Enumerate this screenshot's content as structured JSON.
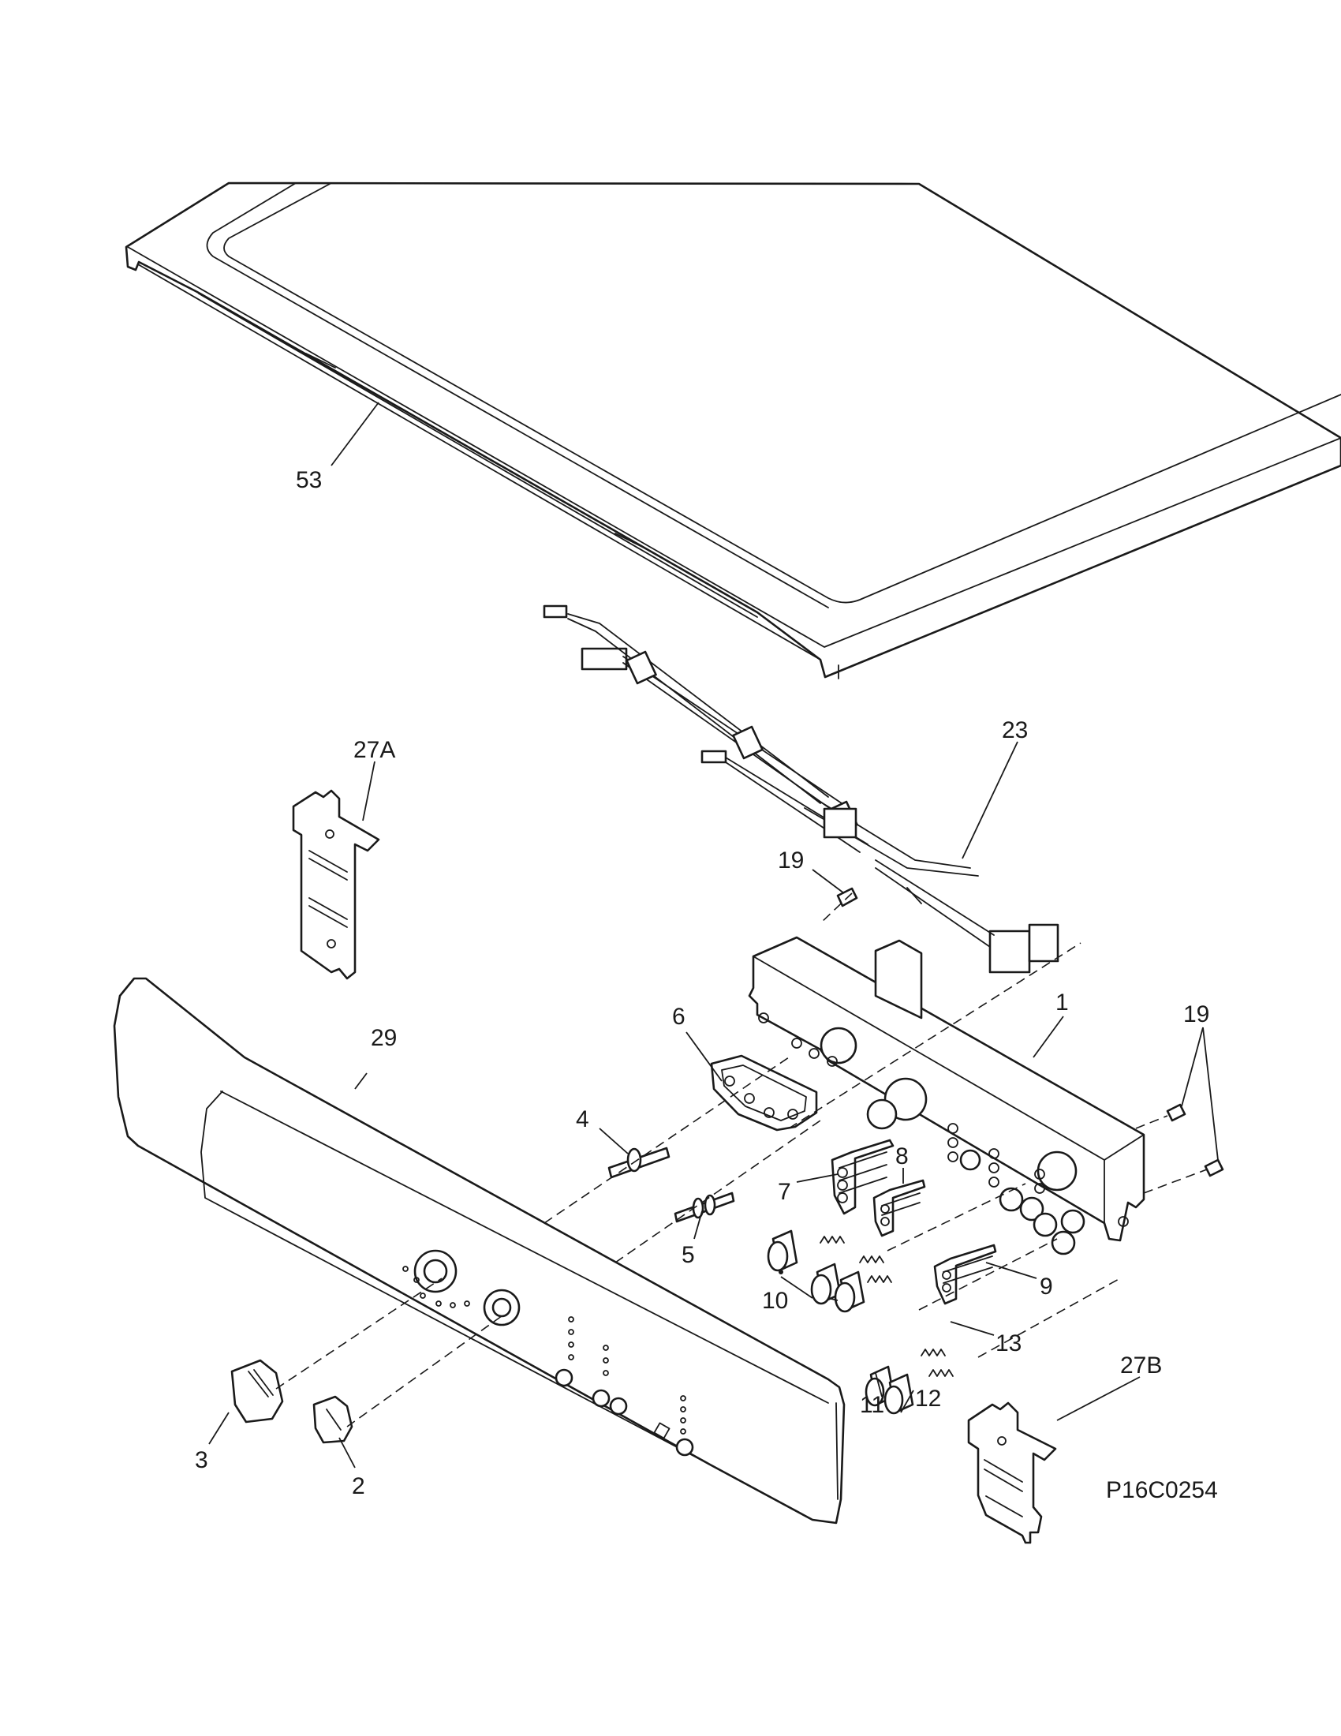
{
  "diagram_code": "P16C0254",
  "callouts": {
    "c53": "53",
    "c23": "23",
    "c27A": "27A",
    "c19a": "19",
    "c19b": "19",
    "c1": "1",
    "c6": "6",
    "c29": "29",
    "c4": "4",
    "c5": "5",
    "c7": "7",
    "c8": "8",
    "c9": "9",
    "c10": "10",
    "c13": "13",
    "c11": "11",
    "c12": "12",
    "c27B": "27B",
    "c3": "3",
    "c2": "2"
  }
}
